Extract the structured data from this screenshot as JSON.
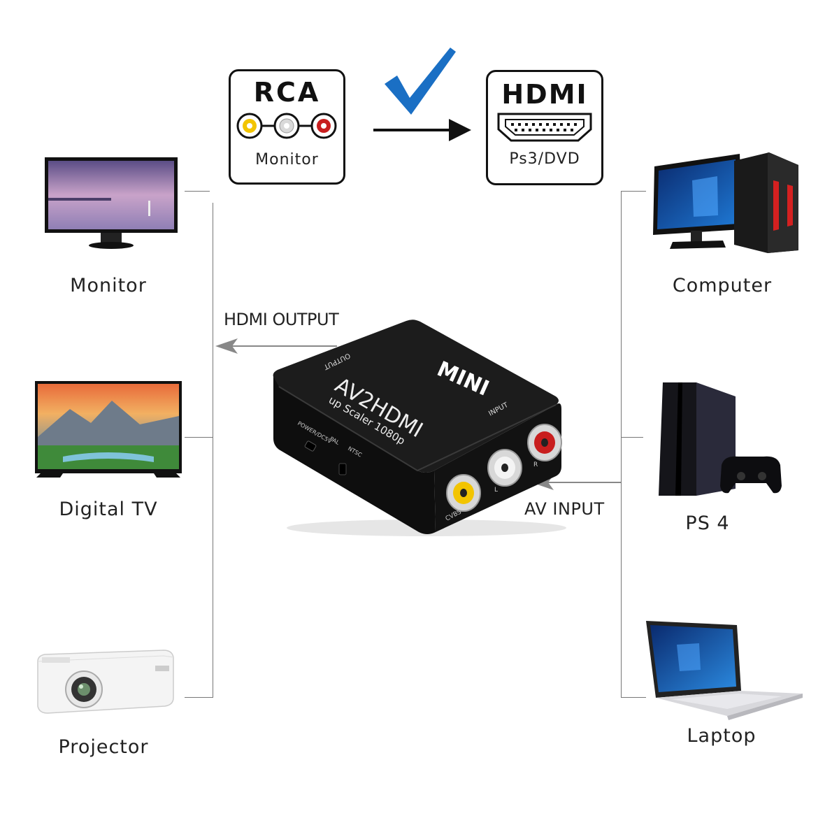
{
  "header": {
    "rca_box": {
      "title": "RCA",
      "subtitle": "Monitor"
    },
    "hdmi_box": {
      "title": "HDMI",
      "subtitle": "Ps3/DVD"
    }
  },
  "flow": {
    "hdmi_output_label": "HDMI OUTPUT",
    "av_input_label": "AV INPUT"
  },
  "adapter": {
    "brand": "MINI",
    "model": "AV2HDMI",
    "subtitle": "up Scaler 1080p",
    "output_port": "OUTPUT",
    "input_port": "INPUT",
    "power_port": "POWER/DC5V",
    "switch_pal": "PAL",
    "switch_ntsc": "NTSC",
    "jack_l": "L",
    "jack_r": "R",
    "jack_cvbs": "CVBS"
  },
  "left_devices": [
    {
      "label": "Monitor",
      "icon": "monitor-icon"
    },
    {
      "label": "Digital  TV",
      "icon": "tv-icon"
    },
    {
      "label": "Projector",
      "icon": "projector-icon"
    }
  ],
  "right_devices": [
    {
      "label": "Computer",
      "icon": "desktop-computer-icon"
    },
    {
      "label": "PS 4",
      "icon": "game-console-icon"
    },
    {
      "label": "Laptop",
      "icon": "laptop-icon"
    }
  ],
  "colors": {
    "check": "#1a6fc4",
    "rca_yellow": "#f2c400",
    "rca_red": "#c81e1e",
    "adapter_body": "#161616"
  }
}
